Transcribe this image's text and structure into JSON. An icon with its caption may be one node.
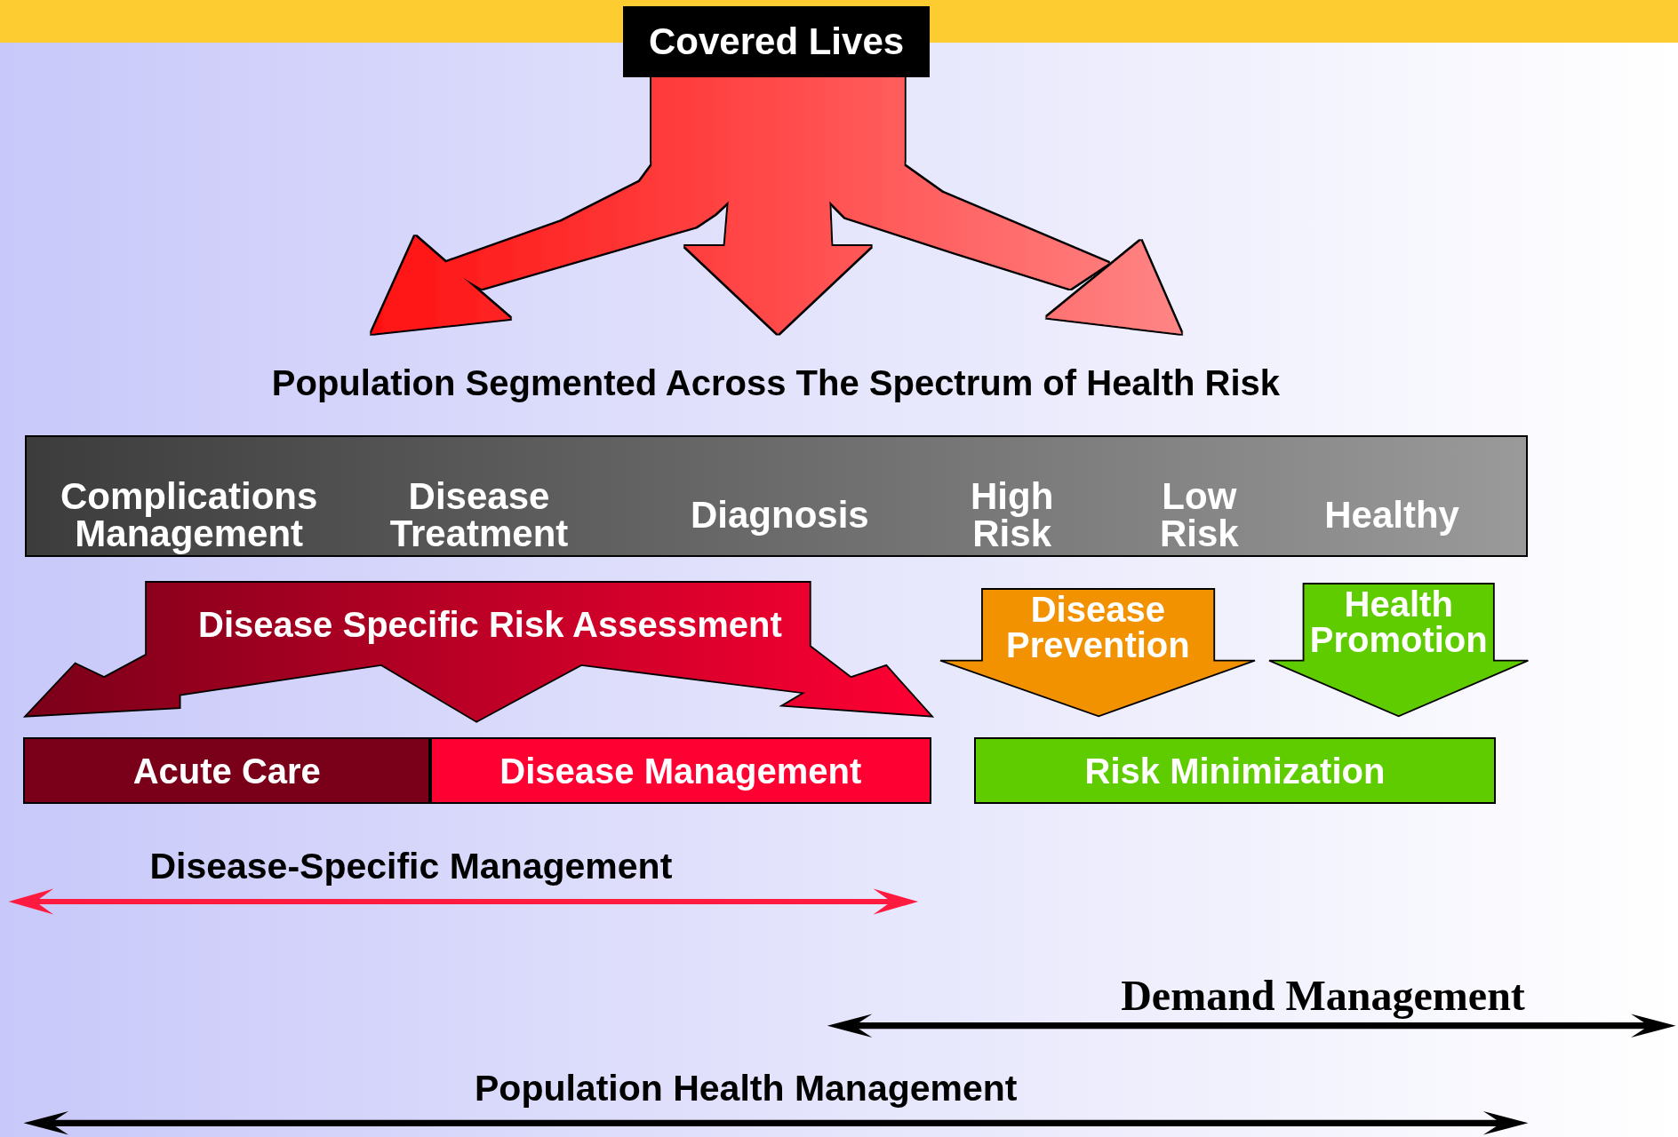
{
  "diagram": {
    "nodes": [
      {
        "text": [
          "Covered Lives"
        ]
      },
      {
        "text": [
          "Population Segmented Across The Spectrum of Health Risk"
        ]
      },
      {
        "text": [
          "Complications Management",
          "Disease Treatment",
          "Diagnosis",
          "High Risk",
          "Low Risk",
          "Healthy"
        ]
      },
      {
        "text": [
          "Disease Specific Risk Assessment"
        ]
      },
      {
        "text": [
          "Disease Prevention"
        ]
      },
      {
        "text": [
          "Health Promotion"
        ]
      },
      {
        "text": [
          "Acute Care"
        ]
      },
      {
        "text": [
          "Disease Management"
        ]
      },
      {
        "text": [
          "Risk Minimization"
        ]
      }
    ],
    "edges": [
      {
        "from": 0,
        "to": 1,
        "arrow": "to"
      },
      {
        "from": 0,
        "to": 1,
        "arrow": "to"
      },
      {
        "from": 0,
        "to": 1,
        "arrow": "to"
      }
    ],
    "labels": [
      "Disease-Specific Management",
      "Demand Management",
      "Population Health Management"
    ]
  }
}
